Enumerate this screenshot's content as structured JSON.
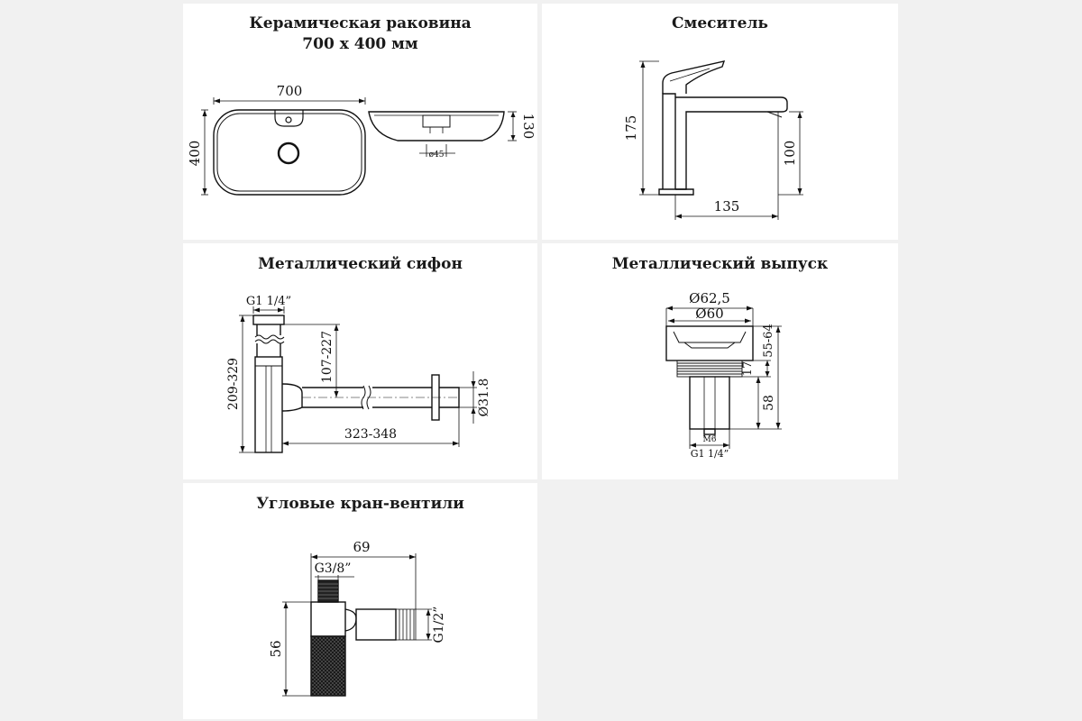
{
  "panels": {
    "sink": {
      "title_line1": "Керамическая раковина",
      "title_line2": "700 x 400 мм",
      "dim_width": "700",
      "dim_height": "400",
      "dim_depth": "130",
      "dim_drain": "ø45"
    },
    "mixer": {
      "title": "Смеситель",
      "dim_height": "175",
      "dim_spout_height": "100",
      "dim_reach": "135"
    },
    "siphon": {
      "title": "Металлический сифон",
      "dim_thread": "G1 1/4”",
      "dim_height_range": "209-329",
      "dim_inner_range": "107-227",
      "dim_length_range": "323-348",
      "dim_pipe": "Ø31.8"
    },
    "drain": {
      "title": "Металлический выпуск",
      "dim_outer": "Ø62,5",
      "dim_inner": "Ø60",
      "dim_total": "55-64",
      "dim_collar": "17",
      "dim_body": "58",
      "dim_bolt": "M6",
      "dim_thread": "G1 1/4”"
    },
    "valve": {
      "title": "Угловые кран-вентили",
      "dim_width": "69",
      "dim_top_thread": "G3/8”",
      "dim_height": "56",
      "dim_side_thread": "G1/2”"
    }
  }
}
